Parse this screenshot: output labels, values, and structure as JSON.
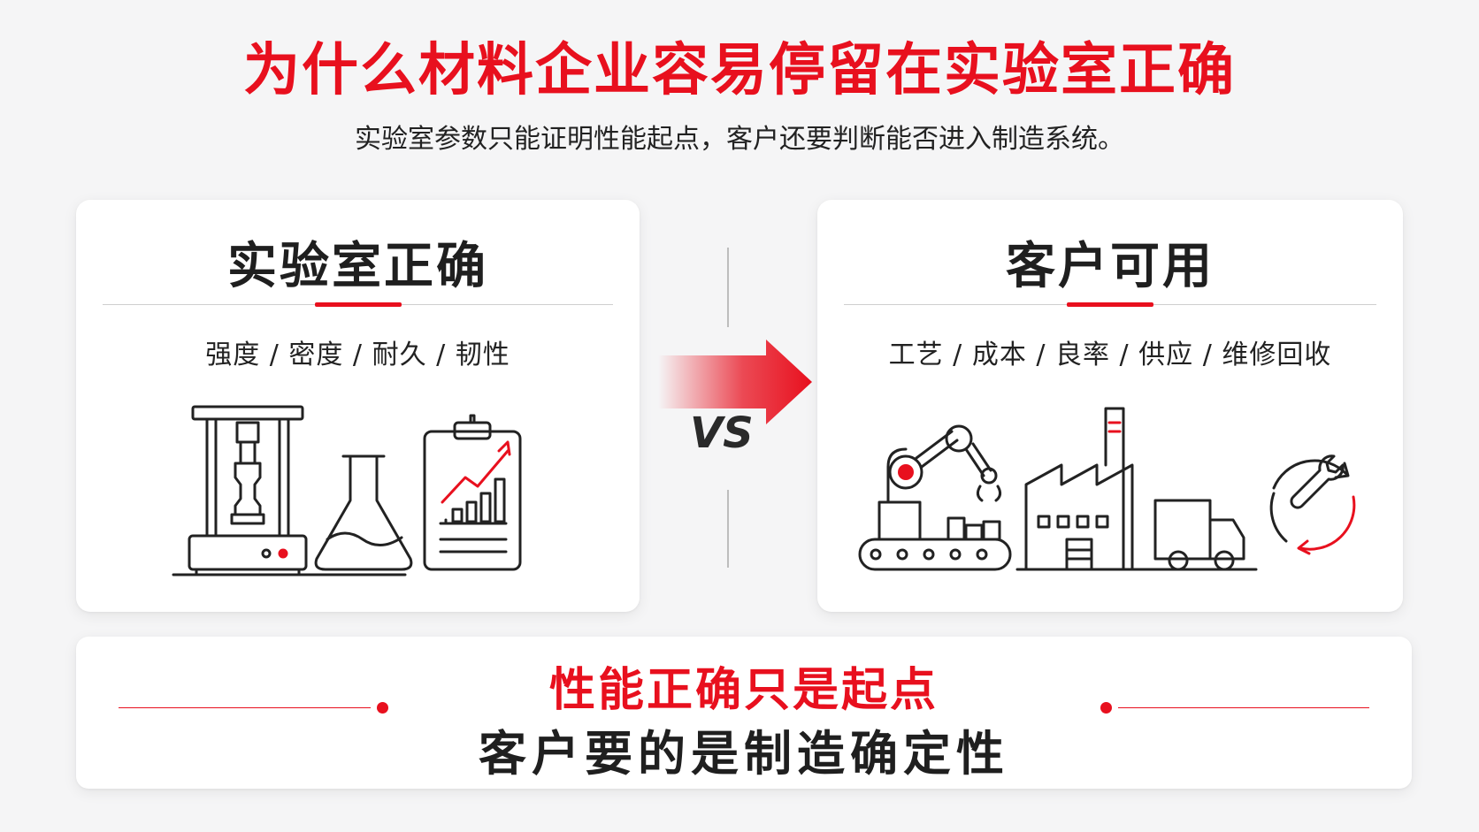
{
  "header": {
    "title": "为什么材料企业容易停留在实验室正确",
    "subtitle": "实验室参数只能证明性能起点，客户还要判断能否进入制造系统。"
  },
  "left_card": {
    "title": "实验室正确",
    "tags": "强度 / 密度 / 耐久 / 韧性",
    "icons": [
      "testing-machine-icon",
      "flask-icon",
      "chart-clipboard-icon"
    ]
  },
  "center": {
    "vs_label": "VS"
  },
  "right_card": {
    "title": "客户可用",
    "tags": "工艺 / 成本 / 良率 / 供应 / 维修回收",
    "icons": [
      "robot-arm-conveyor-icon",
      "factory-icon",
      "truck-icon",
      "wrench-cycle-icon"
    ]
  },
  "bottom": {
    "line1": "性能正确只是起点",
    "line2": "客户要的是制造确定性"
  },
  "colors": {
    "accent": "#e8101e",
    "text": "#1f1f1f",
    "background": "#f5f5f6"
  }
}
